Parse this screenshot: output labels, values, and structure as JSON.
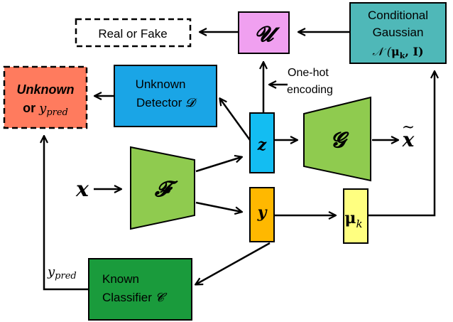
{
  "nodes": {
    "real_fake": {
      "label": "Real or Fake"
    },
    "u_box": {
      "symbol": "𝓤"
    },
    "conditional_gaussian": {
      "line1": "Conditional",
      "line2": "Gaussian",
      "formula_prefix": "𝒩 (",
      "formula_mu": "μ",
      "formula_k": "k",
      "formula_suffix": ", I)"
    },
    "unknown_output": {
      "line1": "Unknown",
      "line2_prefix": "or ",
      "line2_var": "y",
      "line2_sub": "pred"
    },
    "unknown_detector": {
      "line1": "Unknown",
      "line2_prefix": "Detector ",
      "line2_symbol": "𝓓"
    },
    "one_hot_label": {
      "line1": "One-hot",
      "line2": "encoding"
    },
    "z_box": {
      "symbol": "z"
    },
    "g_network": {
      "symbol": "𝓖"
    },
    "x_tilde": {
      "symbol": "x",
      "accent": "~"
    },
    "x_input": {
      "symbol": "x"
    },
    "f_network": {
      "symbol": "𝓕"
    },
    "y_box": {
      "symbol": "y"
    },
    "mu_box": {
      "mu": "μ",
      "sub": "k"
    },
    "ypred_label": {
      "var": "y",
      "sub": "pred"
    },
    "known_classifier": {
      "line1": "Known",
      "line2_prefix": "Classifier ",
      "line2_symbol": "𝓒"
    }
  },
  "colors": {
    "u_box": "#F0A0F0",
    "conditional_gaussian": "#4FB8B8",
    "unknown_output": "#FF7B5E",
    "unknown_detector": "#1AA5E6",
    "z_box": "#13BDF2",
    "network": "#8FCB4F",
    "y_box": "#FFB800",
    "mu_box": "#FFFF80",
    "known_classifier": "#1A9B3C"
  }
}
